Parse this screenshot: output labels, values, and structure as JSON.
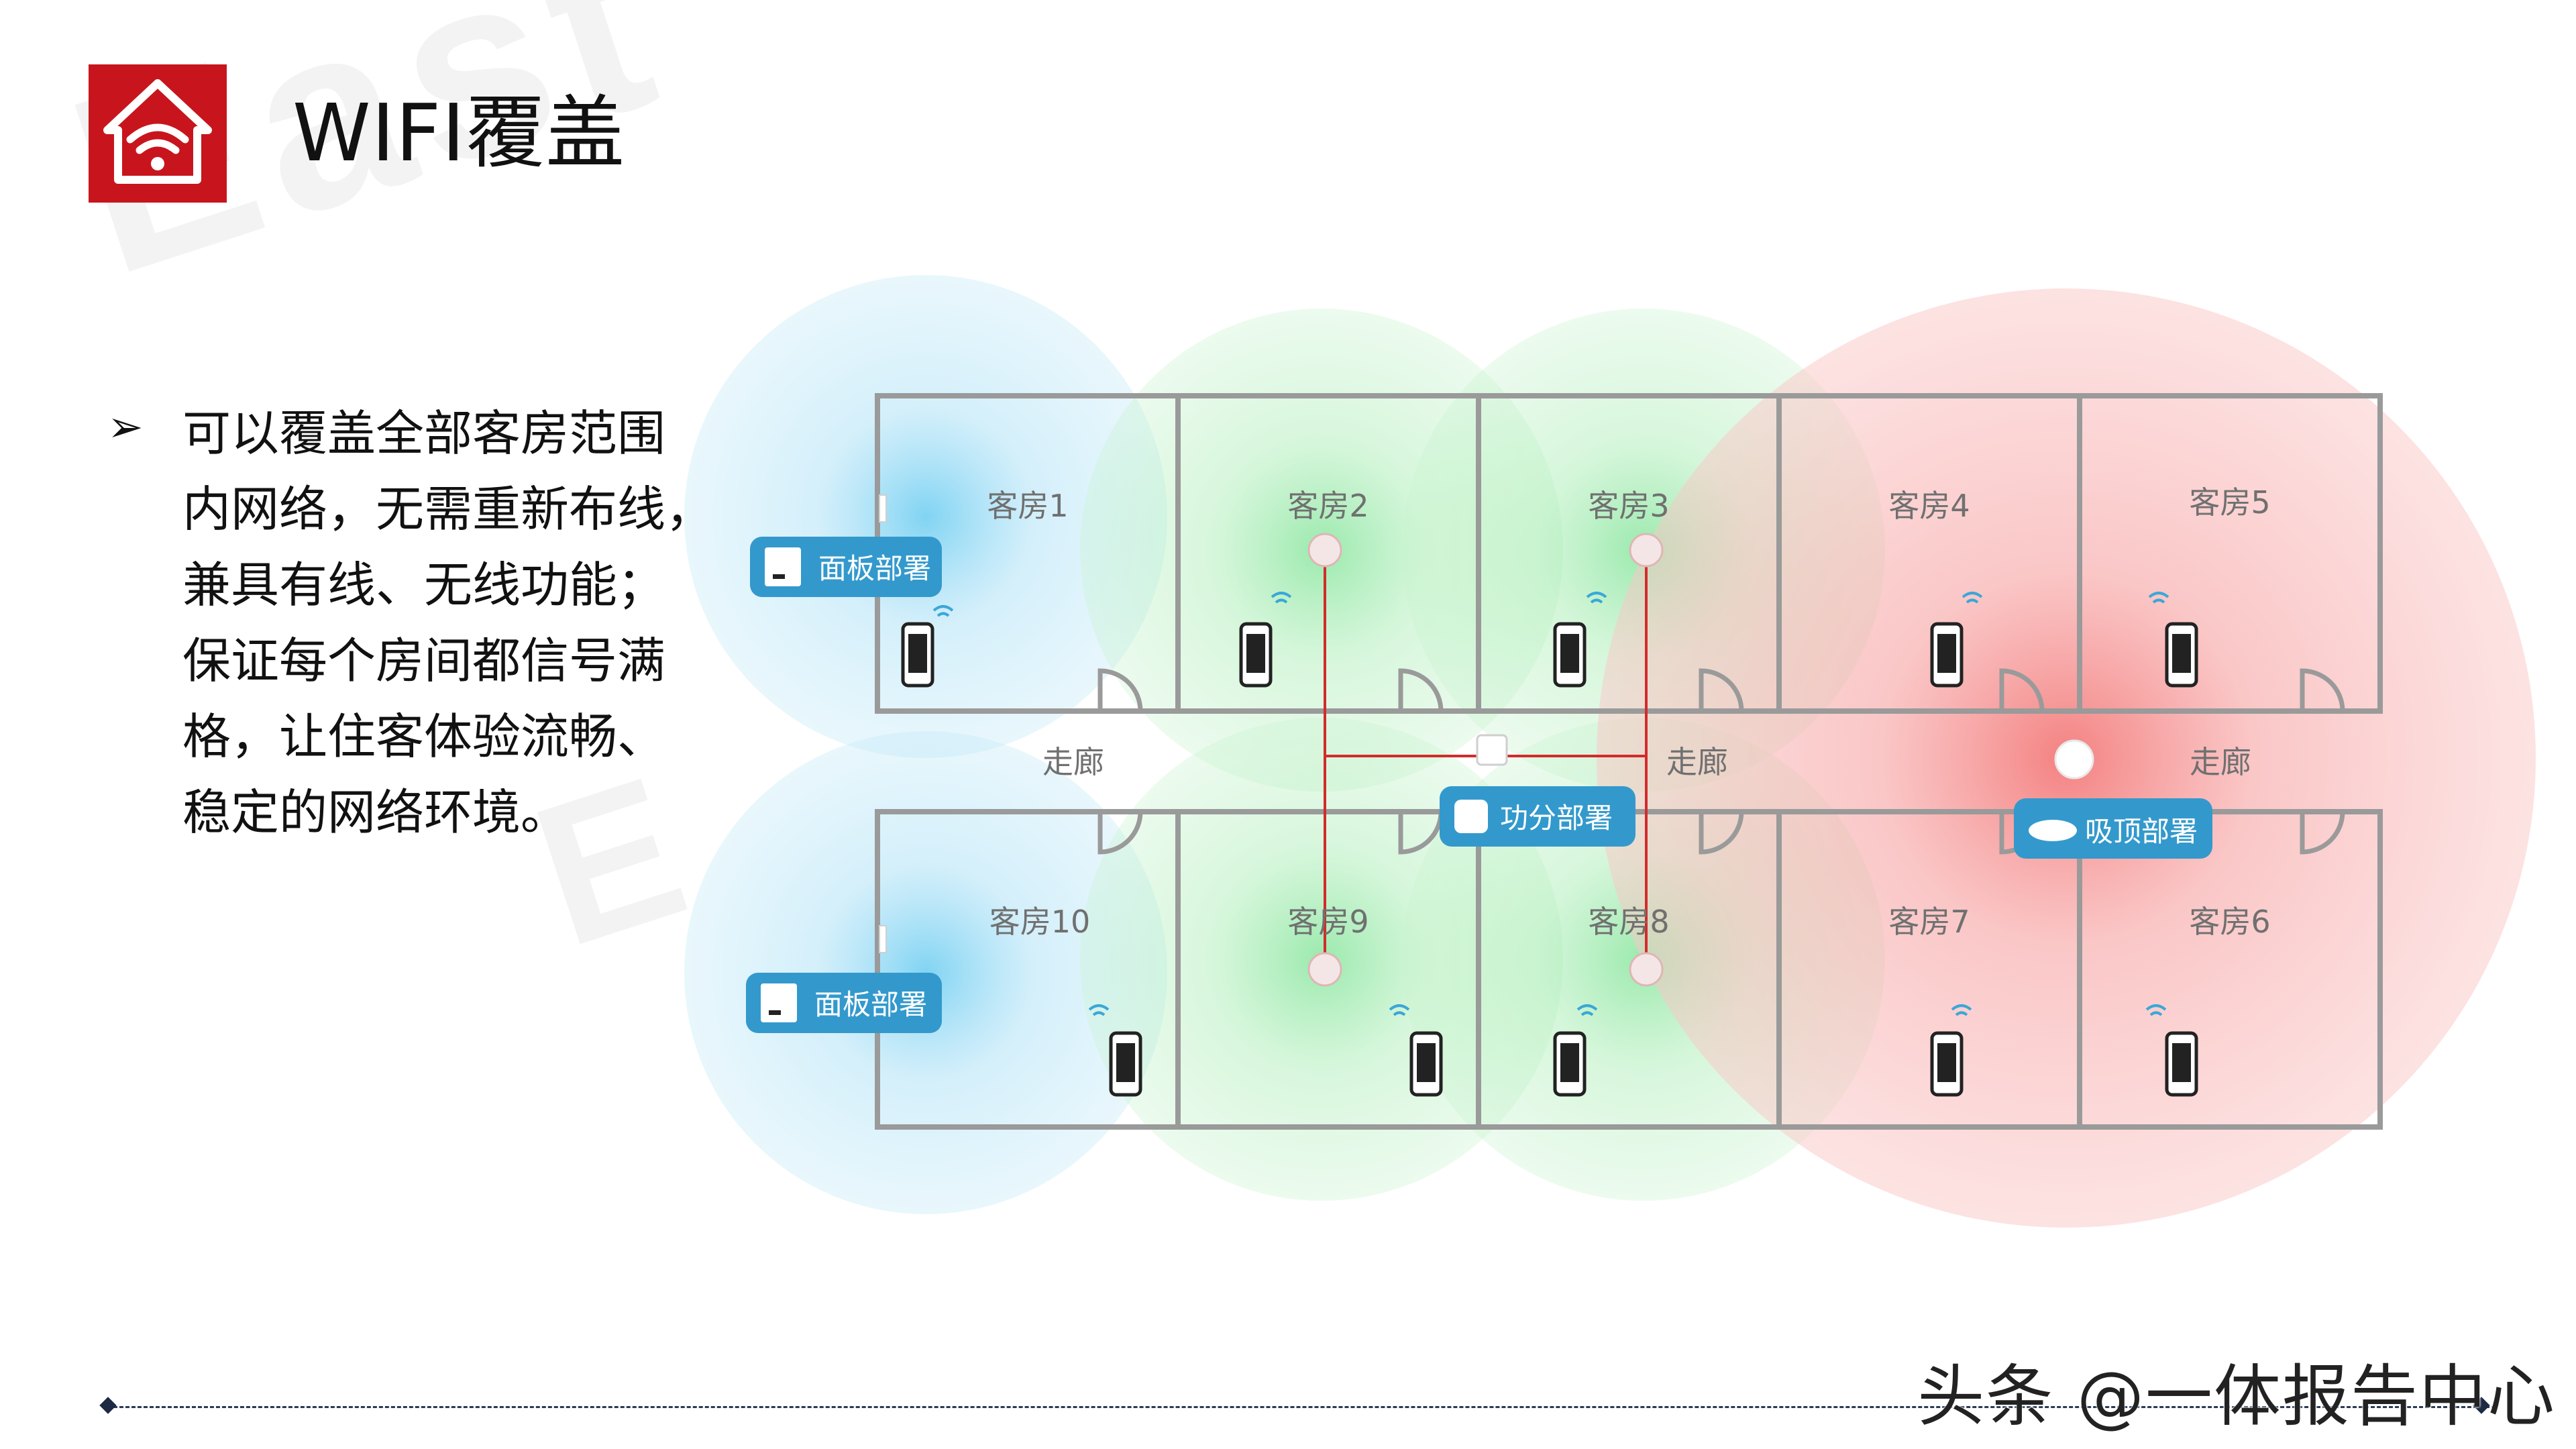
{
  "header": {
    "title": "WIFI覆盖",
    "logo_icon": "wifi-home-icon",
    "logo_color": "#c8151d"
  },
  "bullets": [
    {
      "icon": "arrow-bullet-icon",
      "lines": [
        "可以覆盖全部客房范围",
        "内网络，无需重新布线，",
        "兼具有线、无线功能；",
        "保证每个房间都信号满",
        "格，让住客体验流畅、",
        "稳定的网络环境。"
      ]
    }
  ],
  "diagram": {
    "rooms_top": [
      "客房1",
      "客房2",
      "客房3",
      "客房4",
      "客房5"
    ],
    "rooms_bottom": [
      "客房10",
      "客房9",
      "客房8",
      "客房7",
      "客房6"
    ],
    "corridor_label": "走廊",
    "callouts": {
      "panel": "面板部署",
      "splitter": "功分部署",
      "ceiling": "吸顶部署"
    },
    "coverage_colors": {
      "blue": "#7fd3f2",
      "green": "#8fe89b",
      "red": "#f58b8b"
    },
    "callout_color": "#3399cc",
    "cable_color": "#d22b2b"
  },
  "footer": {
    "text": "头条 @一体报告中心"
  }
}
